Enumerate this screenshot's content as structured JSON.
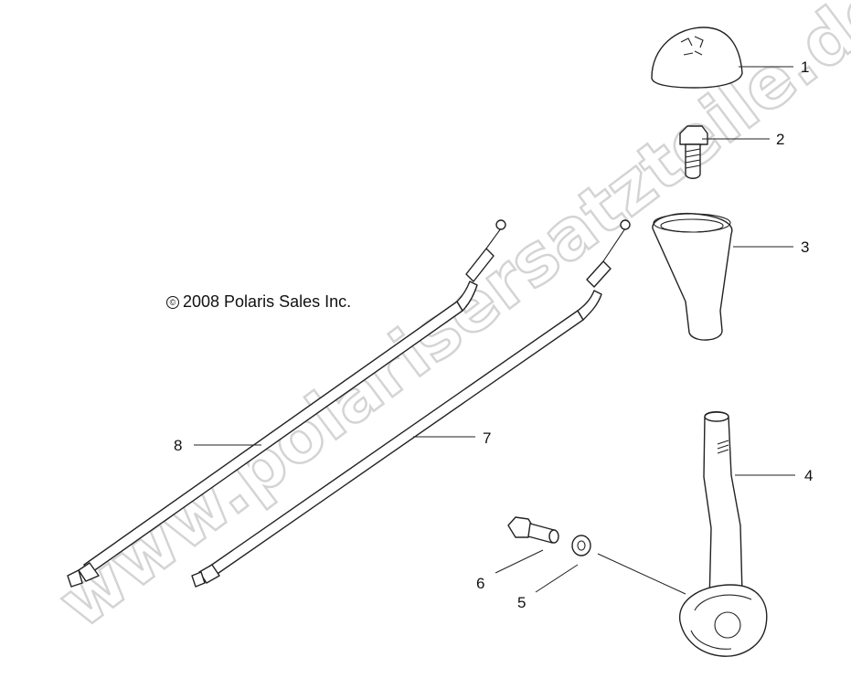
{
  "copyright": {
    "symbol": "©",
    "text": "2008 Polaris Sales Inc."
  },
  "watermark": "www.polarisersatzteile.de",
  "callouts": [
    {
      "id": "1",
      "label": "1"
    },
    {
      "id": "2",
      "label": "2"
    },
    {
      "id": "3",
      "label": "3"
    },
    {
      "id": "4",
      "label": "4"
    },
    {
      "id": "5",
      "label": "5"
    },
    {
      "id": "6",
      "label": "6"
    },
    {
      "id": "7",
      "label": "7"
    },
    {
      "id": "8",
      "label": "8"
    }
  ],
  "knob_marking": "2 L H"
}
